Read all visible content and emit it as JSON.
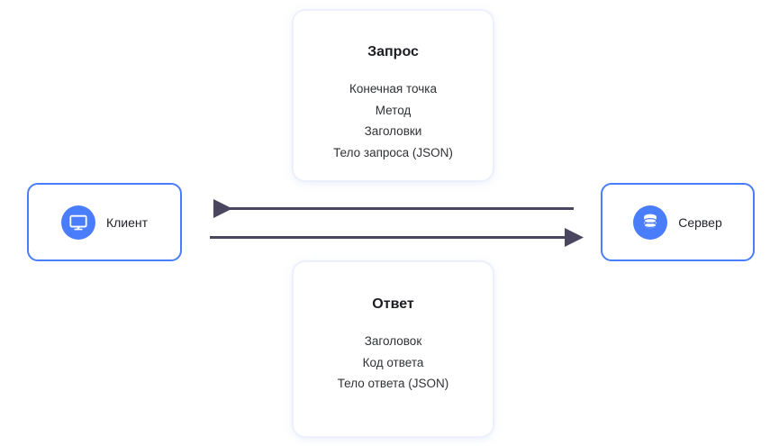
{
  "diagram": {
    "title_semantic": "client-server-request-response",
    "colors": {
      "accent_blue": "#4a7dfb",
      "arrow": "#4b4660",
      "card_border": "#eef1fb",
      "text_dark": "#1b1d22",
      "text_body": "#2f3136",
      "background": "#ffffff"
    }
  },
  "nodes": {
    "client": {
      "label": "Клиент",
      "icon": "monitor-icon"
    },
    "server": {
      "label": "Сервер",
      "icon": "database-icon"
    }
  },
  "arrows": {
    "top": {
      "direction": "left",
      "from": "server",
      "to": "client",
      "name": "response-arrow"
    },
    "bottom": {
      "direction": "right",
      "from": "client",
      "to": "server",
      "name": "request-arrow"
    }
  },
  "cards": [
    {
      "id": "request",
      "title": "Запрос",
      "items": [
        "Конечная точка",
        "Метод",
        "Заголовки",
        "Тело запроса (JSON)"
      ]
    },
    {
      "id": "response",
      "title": "Ответ",
      "items": [
        "Заголовок",
        "Код ответа",
        "Тело ответа (JSON)"
      ]
    }
  ]
}
